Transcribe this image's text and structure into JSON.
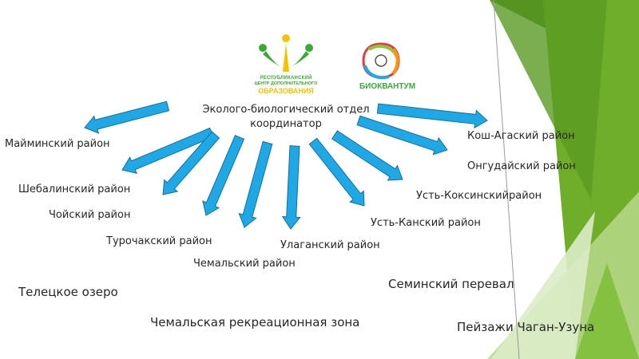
{
  "logos": {
    "left_line1": "РЕСПУБЛИКАНСКИЙ",
    "left_line2": "ЦЕНТР ДОПОЛНИТЕЛЬНОГО",
    "left_line3": "ОБРАЗОВАНИЯ",
    "right_name": "БИОКВАНТУМ"
  },
  "center": {
    "line1": "Эколого-биологический отдел",
    "line2": "координатор"
  },
  "districts": [
    "Майминский район",
    "Шебалинский район",
    "Чойский район",
    "Турочакский район",
    "Чемальский район",
    "Улаганский район",
    "Усть-Канский район",
    "Усть-Коксинскийрайон",
    "Онгудайский район",
    "Кош-Агаский район"
  ],
  "places": [
    "Телецкое озеро",
    "Чемальская рекреационная зона",
    "Семинский перевал",
    "Пейзажи Чаган-Узуна"
  ],
  "colors": {
    "arrow_fill": "#1fa8e6",
    "arrow_stroke": "#1a6f98",
    "green_dark": "#3f7f1e",
    "green_mid": "#6fae2a",
    "green_light": "#b7d98a",
    "green_pale": "#dcecc6",
    "logo_green": "#3aaa35",
    "logo_yellow": "#f2c400"
  }
}
